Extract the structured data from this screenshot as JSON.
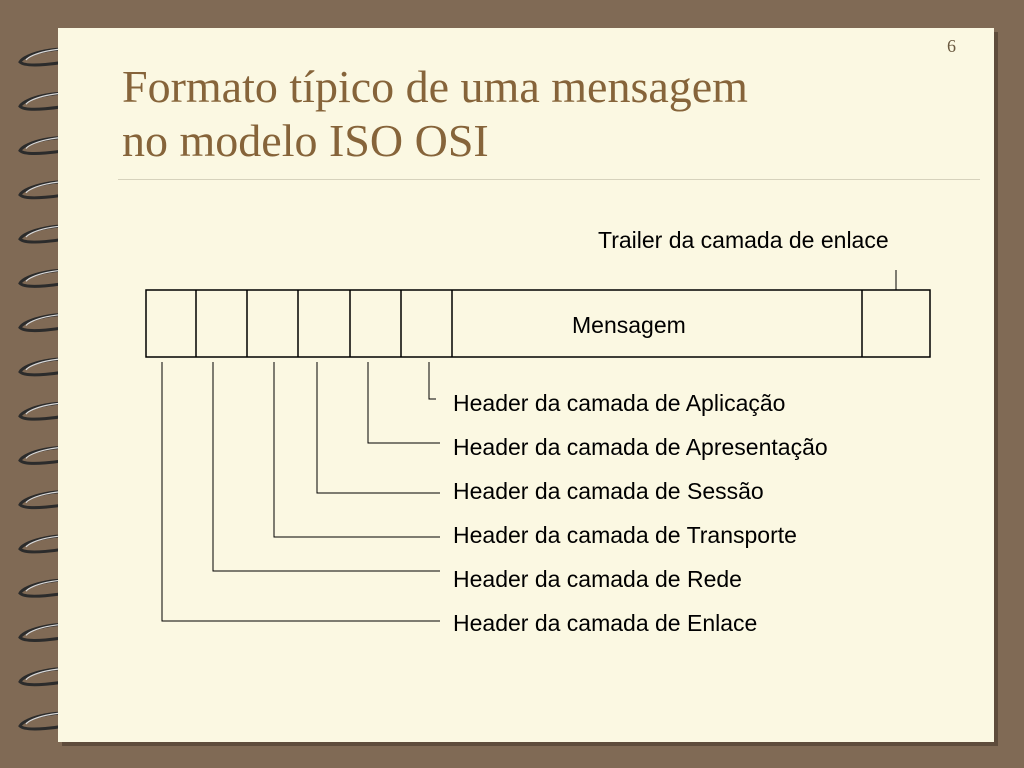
{
  "slide": {
    "page_number": "6",
    "title_line1": "Formato típico de uma mensagem",
    "title_line2": "no modelo ISO OSI"
  },
  "diagram": {
    "trailer_label": "Trailer da camada de enlace",
    "message_label": "Mensagem",
    "headers": [
      "Header da camada de Aplicação",
      "Header da camada de Apresentação",
      "Header da camada de Sessão",
      "Header da camada de Transporte",
      "Header da camada de Rede",
      "Header da camada de Enlace"
    ]
  },
  "colors": {
    "background": "#806a55",
    "page": "#fbf8e2",
    "title": "#86643a"
  }
}
